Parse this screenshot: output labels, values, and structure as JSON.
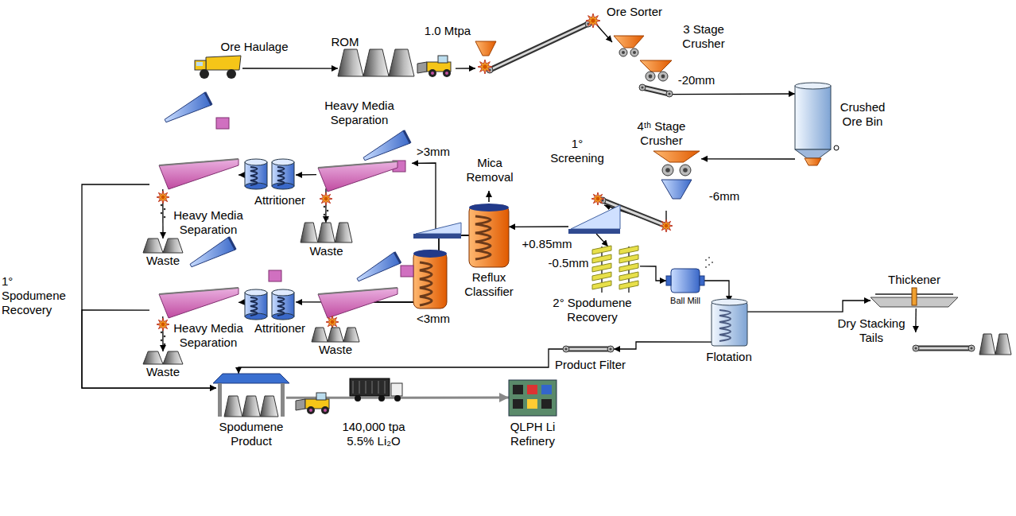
{
  "diagram": {
    "nodes": [
      {
        "text": [
          "Ore Haulage"
        ]
      },
      {
        "text": [
          "ROM"
        ]
      },
      {
        "text": [
          "Ore Sorter"
        ]
      },
      {
        "text": [
          "3 Stage Crusher"
        ]
      },
      {
        "text": [
          "Crushed Ore Bin"
        ]
      },
      {
        "text": [
          "4ᵗʰ Stage Crusher"
        ]
      },
      {
        "text": [
          "1° Screening"
        ]
      },
      {
        "text": [
          "Reflux Classifier"
        ]
      },
      {
        "text": [
          "Heavy Media Separation"
        ]
      },
      {
        "text": [
          "Waste"
        ]
      },
      {
        "text": [
          "Attritioner"
        ]
      },
      {
        "text": [
          "Heavy Media Separation"
        ]
      },
      {
        "text": [
          "Waste"
        ]
      },
      {
        "text": [
          "Waste"
        ]
      },
      {
        "text": [
          "Attritioner"
        ]
      },
      {
        "text": [
          "Heavy Media Separation"
        ]
      },
      {
        "text": [
          "Waste"
        ]
      },
      {
        "text": [
          "2° Spodumene Recovery"
        ]
      },
      {
        "text": [
          "Ball Mill"
        ]
      },
      {
        "text": [
          "Flotation"
        ]
      },
      {
        "text": [
          "Thickener"
        ]
      },
      {
        "text": [
          "Dry Stacking Tails"
        ]
      },
      {
        "text": [
          "Product Filter"
        ]
      },
      {
        "text": [
          "Spodumene Product"
        ]
      },
      {
        "text": [
          "QLPH Li Refinery"
        ]
      }
    ],
    "edges": [
      {
        "from": 0,
        "to": 1,
        "arrow": "to"
      },
      {
        "from": 1,
        "to": 2,
        "arrow": "to"
      },
      {
        "from": 2,
        "to": 3,
        "arrow": "to"
      },
      {
        "from": 3,
        "to": 4,
        "arrow": "to"
      },
      {
        "from": 4,
        "to": 5,
        "arrow": "to"
      },
      {
        "from": 5,
        "to": 6,
        "arrow": "to"
      },
      {
        "from": 6,
        "to": 7,
        "arrow": "to"
      },
      {
        "from": 7,
        "to": 8,
        "label": ">3mm",
        "arrow": "to"
      },
      {
        "from": 8,
        "to": 9,
        "arrow": "to"
      },
      {
        "from": 8,
        "to": 10,
        "arrow": "to"
      },
      {
        "from": 10,
        "to": 11,
        "arrow": "to"
      },
      {
        "from": 11,
        "to": 12,
        "arrow": "to"
      },
      {
        "from": 11,
        "to": 23,
        "arrow": "to"
      },
      {
        "from": 7,
        "to": 14,
        "label": "<3mm",
        "arrow": "to"
      },
      {
        "from": 7,
        "to": 13,
        "arrow": "to"
      },
      {
        "from": 14,
        "to": 15,
        "arrow": "to"
      },
      {
        "from": 15,
        "to": 16,
        "arrow": "to"
      },
      {
        "from": 15,
        "to": 23,
        "arrow": "to"
      },
      {
        "from": 6,
        "to": 17,
        "arrow": "to"
      },
      {
        "from": 17,
        "to": 18,
        "arrow": "to"
      },
      {
        "from": 18,
        "to": 19,
        "arrow": "to"
      },
      {
        "from": 19,
        "to": 20,
        "arrow": "to"
      },
      {
        "from": 20,
        "to": 21,
        "arrow": "to"
      },
      {
        "from": 19,
        "to": 22,
        "arrow": "to"
      },
      {
        "from": 22,
        "to": 23,
        "arrow": "to"
      },
      {
        "from": 23,
        "to": 24,
        "arrow": "to"
      }
    ],
    "labels": [
      "1.0 Mtpa",
      "-20mm",
      "-6mm",
      "Mica Removal",
      "+0.85mm",
      "-0.5mm",
      "1° Spodumene Recovery",
      "140,000 tpa",
      "5.5% Li₂O"
    ]
  }
}
